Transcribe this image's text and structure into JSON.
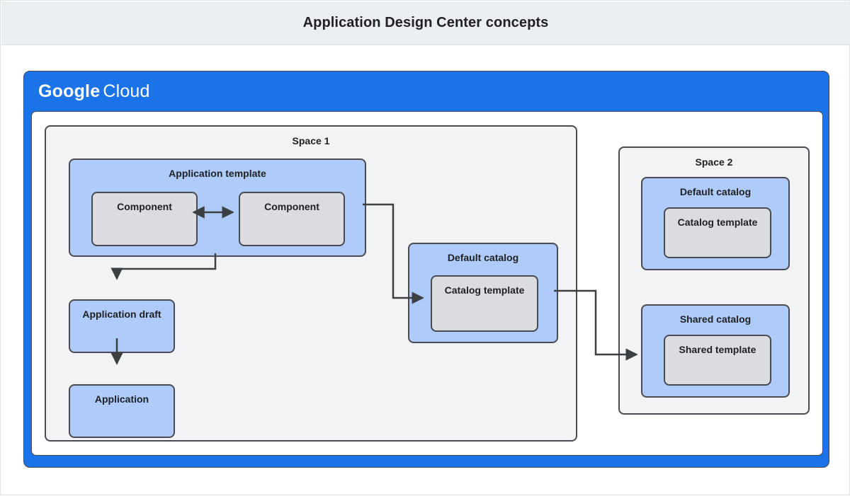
{
  "header": {
    "title": "Application Design Center concepts"
  },
  "cloud_frame": {
    "logo_primary": "Google",
    "logo_secondary": "Cloud",
    "brand_color": "#1a73e8"
  },
  "colors": {
    "header_bg": "#eceff1",
    "space_bg": "#f1f3f4",
    "blue_box": "#aecbfa",
    "gray_box": "#dadce0",
    "stroke": "#4a4a52",
    "brand_blue": "#1a73e8",
    "text": "#202124"
  },
  "diagram": {
    "type": "block-diagram",
    "spaces": [
      {
        "id": "space-1",
        "label": "Space 1",
        "nodes": [
          {
            "id": "application-template",
            "label": "Application template",
            "kind": "blue",
            "children": [
              {
                "id": "component-left",
                "label": "Component",
                "kind": "gray"
              },
              {
                "id": "component-right",
                "label": "Component",
                "kind": "gray"
              }
            ]
          },
          {
            "id": "application-draft",
            "label": "Application draft",
            "kind": "blue",
            "children": []
          },
          {
            "id": "application",
            "label": "Application",
            "kind": "blue",
            "children": []
          },
          {
            "id": "default-catalog-space-1",
            "label": "Default catalog",
            "kind": "blue",
            "children": [
              {
                "id": "catalog-template-space-1",
                "label": "Catalog template",
                "kind": "gray"
              }
            ]
          }
        ]
      },
      {
        "id": "space-2",
        "label": "Space 2",
        "nodes": [
          {
            "id": "default-catalog-space-2",
            "label": "Default catalog",
            "kind": "blue",
            "children": [
              {
                "id": "catalog-template-space-2",
                "label": "Catalog template",
                "kind": "gray"
              }
            ]
          },
          {
            "id": "shared-catalog-space-2",
            "label": "Shared catalog",
            "kind": "blue",
            "children": [
              {
                "id": "shared-template",
                "label": "Shared template",
                "kind": "gray"
              }
            ]
          }
        ]
      }
    ],
    "connectors": [
      {
        "id": "component-link",
        "from": "component-left",
        "to": "component-right",
        "arrows": "both"
      },
      {
        "id": "template-to-draft",
        "from": "application-template",
        "to": "application-draft",
        "arrows": "end"
      },
      {
        "id": "draft-to-application",
        "from": "application-draft",
        "to": "application",
        "arrows": "end"
      },
      {
        "id": "template-to-default-catalog",
        "from": "application-template",
        "to": "catalog-template-space-1",
        "arrows": "end"
      },
      {
        "id": "default-catalog-to-shared",
        "from": "default-catalog-space-1",
        "to": "shared-catalog-space-2",
        "arrows": "end"
      }
    ]
  }
}
